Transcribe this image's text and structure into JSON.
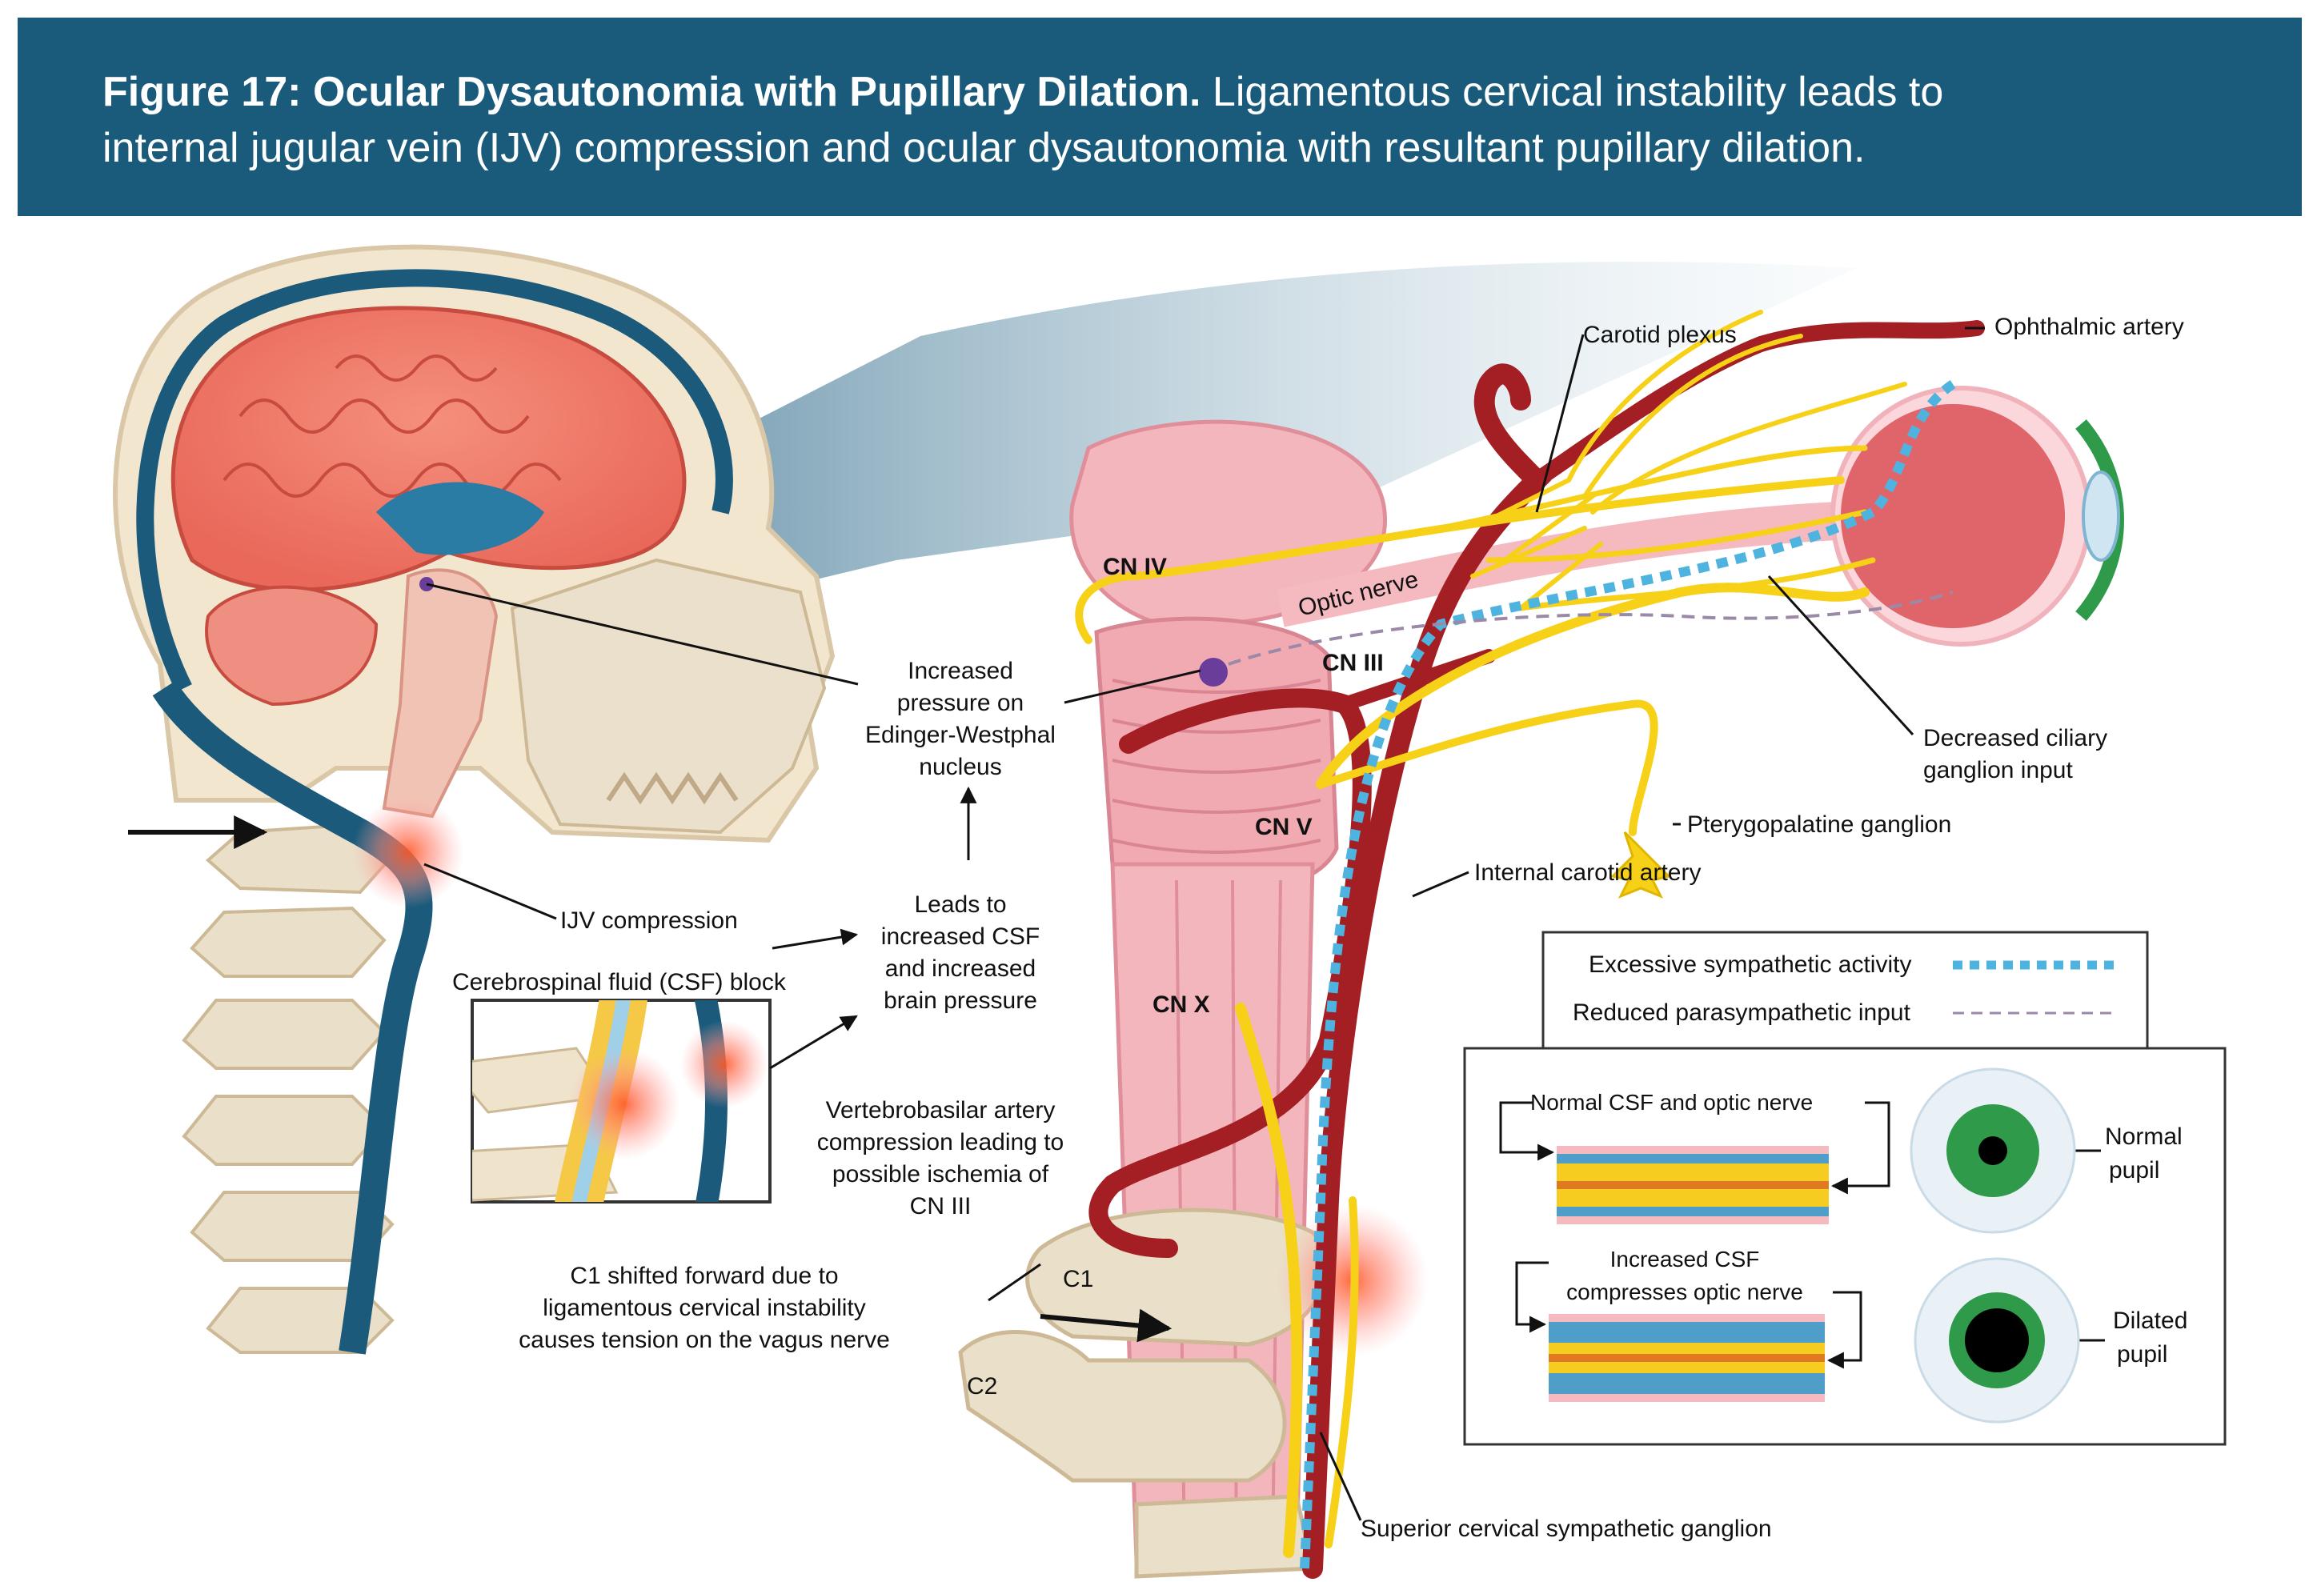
{
  "figure": {
    "title_bold": "Figure 17: Ocular Dysautonomia with Pupillary Dilation.",
    "title_rest": " Ligamentous cervical instability leads to",
    "title_line2": "internal jugular vein (IJV) compression and ocular dysautonomia with resultant pupillary dilation."
  },
  "labels": {
    "ijv_compression": "IJV compression",
    "csf_block": "Cerebrospinal fluid (CSF) block",
    "ewn_1": "Increased",
    "ewn_2": "pressure on",
    "ewn_3": "Edinger-Westphal",
    "ewn_4": "nucleus",
    "leads_1": "Leads to",
    "leads_2": "increased CSF",
    "leads_3": "and increased",
    "leads_4": "brain pressure",
    "vba_1": "Vertebrobasilar artery",
    "vba_2": "compression leading to",
    "vba_3": "possible ischemia of",
    "vba_4": "CN III",
    "c1shift_1": "C1 shifted forward due to",
    "c1shift_2": "ligamentous cervical instability",
    "c1shift_3": "causes tension on the vagus nerve",
    "c1": "C1",
    "c2": "C2",
    "cn_iv": "CN IV",
    "cn_iii": "CN III",
    "cn_v": "CN V",
    "cn_x": "CN X",
    "optic_nerve": "Optic nerve",
    "carotid_plexus": "Carotid plexus",
    "ophthalmic_artery": "Ophthalmic artery",
    "ciliary_1": "Decreased ciliary",
    "ciliary_2": "ganglion input",
    "pterygo": "Pterygopalatine ganglion",
    "internal_carotid": "Internal carotid artery",
    "superior_cervical": "Superior cervical sympathetic ganglion"
  },
  "legend": {
    "sympathetic": "Excessive sympathetic activity",
    "parasympathetic": "Reduced parasympathetic input"
  },
  "pupils": {
    "normal_csf": "Normal CSF and optic nerve",
    "increased_1": "Increased CSF",
    "increased_2": "compresses optic nerve",
    "normal_1": "Normal",
    "normal_2": "pupil",
    "dilated_1": "Dilated",
    "dilated_2": "pupil"
  },
  "colors": {
    "banner": "#1a5b7c",
    "artery": "#a31f24",
    "vein": "#1b5a7a",
    "nerve": "#f7d117",
    "sympathetic": "#4fb3e0",
    "brain": "#ef7f6e",
    "brainstem": "#f3b6bd",
    "bone": "#eee3cf",
    "iris": "#2e9a4a"
  }
}
